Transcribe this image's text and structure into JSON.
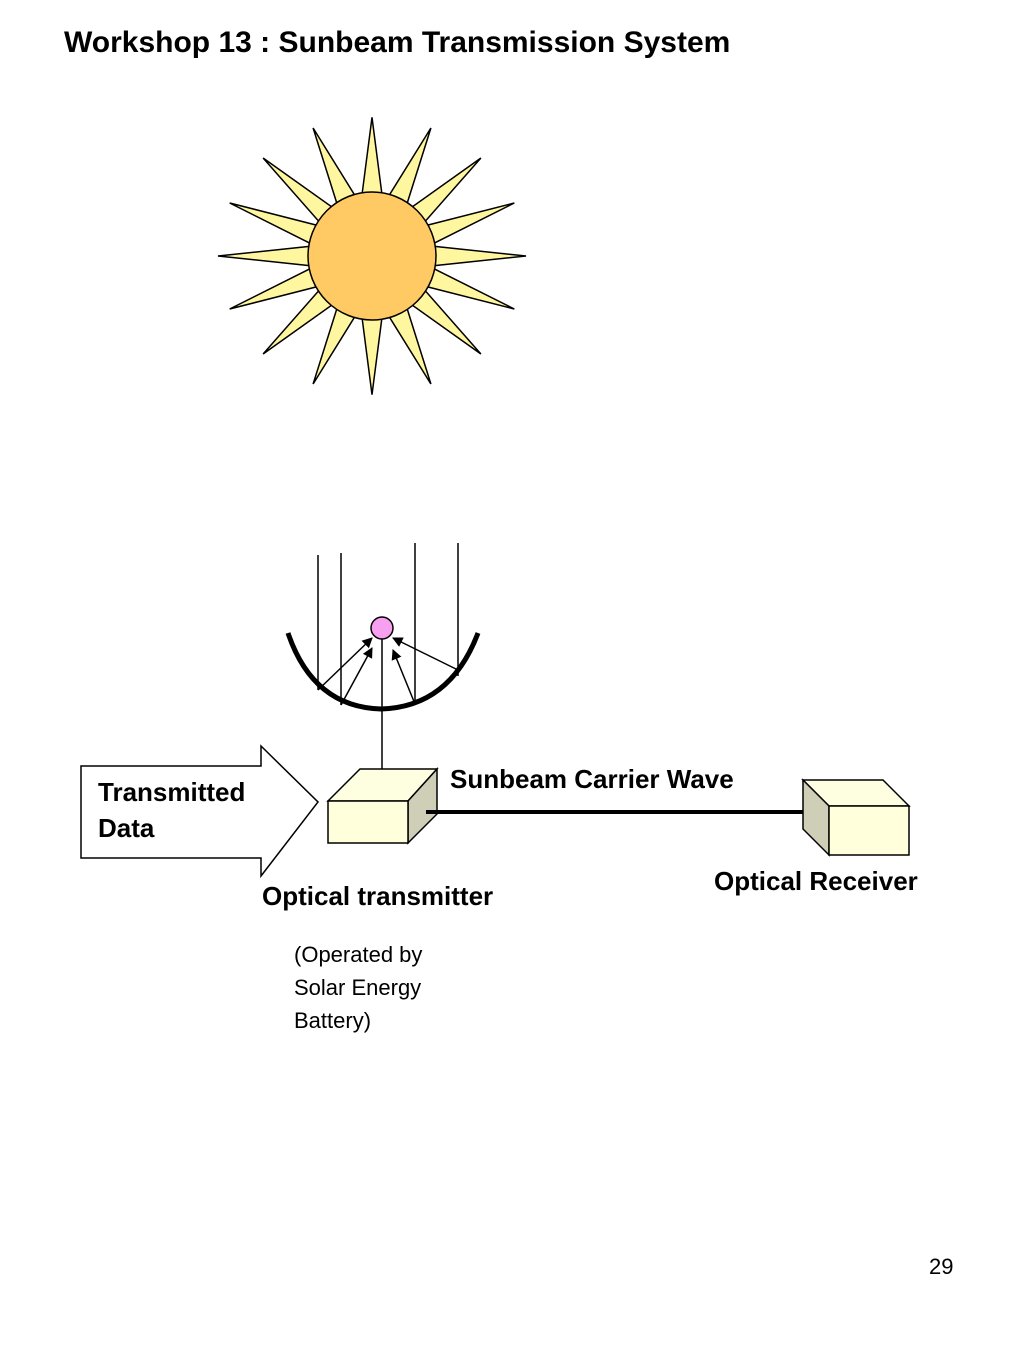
{
  "slide": {
    "title": "Workshop 13 : Sunbeam Transmission System",
    "page_number": "29"
  },
  "diagram": {
    "input_arrow": {
      "line1": "Transmitted",
      "line2": "Data"
    },
    "carrier_label": "Sunbeam Carrier Wave",
    "receiver_label": "Optical Receiver",
    "transmitter_label": "Optical transmitter",
    "power_note": {
      "line1": "(Operated by",
      "line2": "Solar Energy",
      "line3": "Battery)"
    }
  },
  "colors": {
    "sun_ray_fill": "#fff6a0",
    "sun_disc_fill": "#ffc963",
    "box_front_fill": "#ffffdc",
    "box_top_fill": "#fefee0",
    "box_side_fill": "#cfcfb8",
    "focus_point_fill": "#f7a0f0",
    "stroke": "#000000"
  }
}
